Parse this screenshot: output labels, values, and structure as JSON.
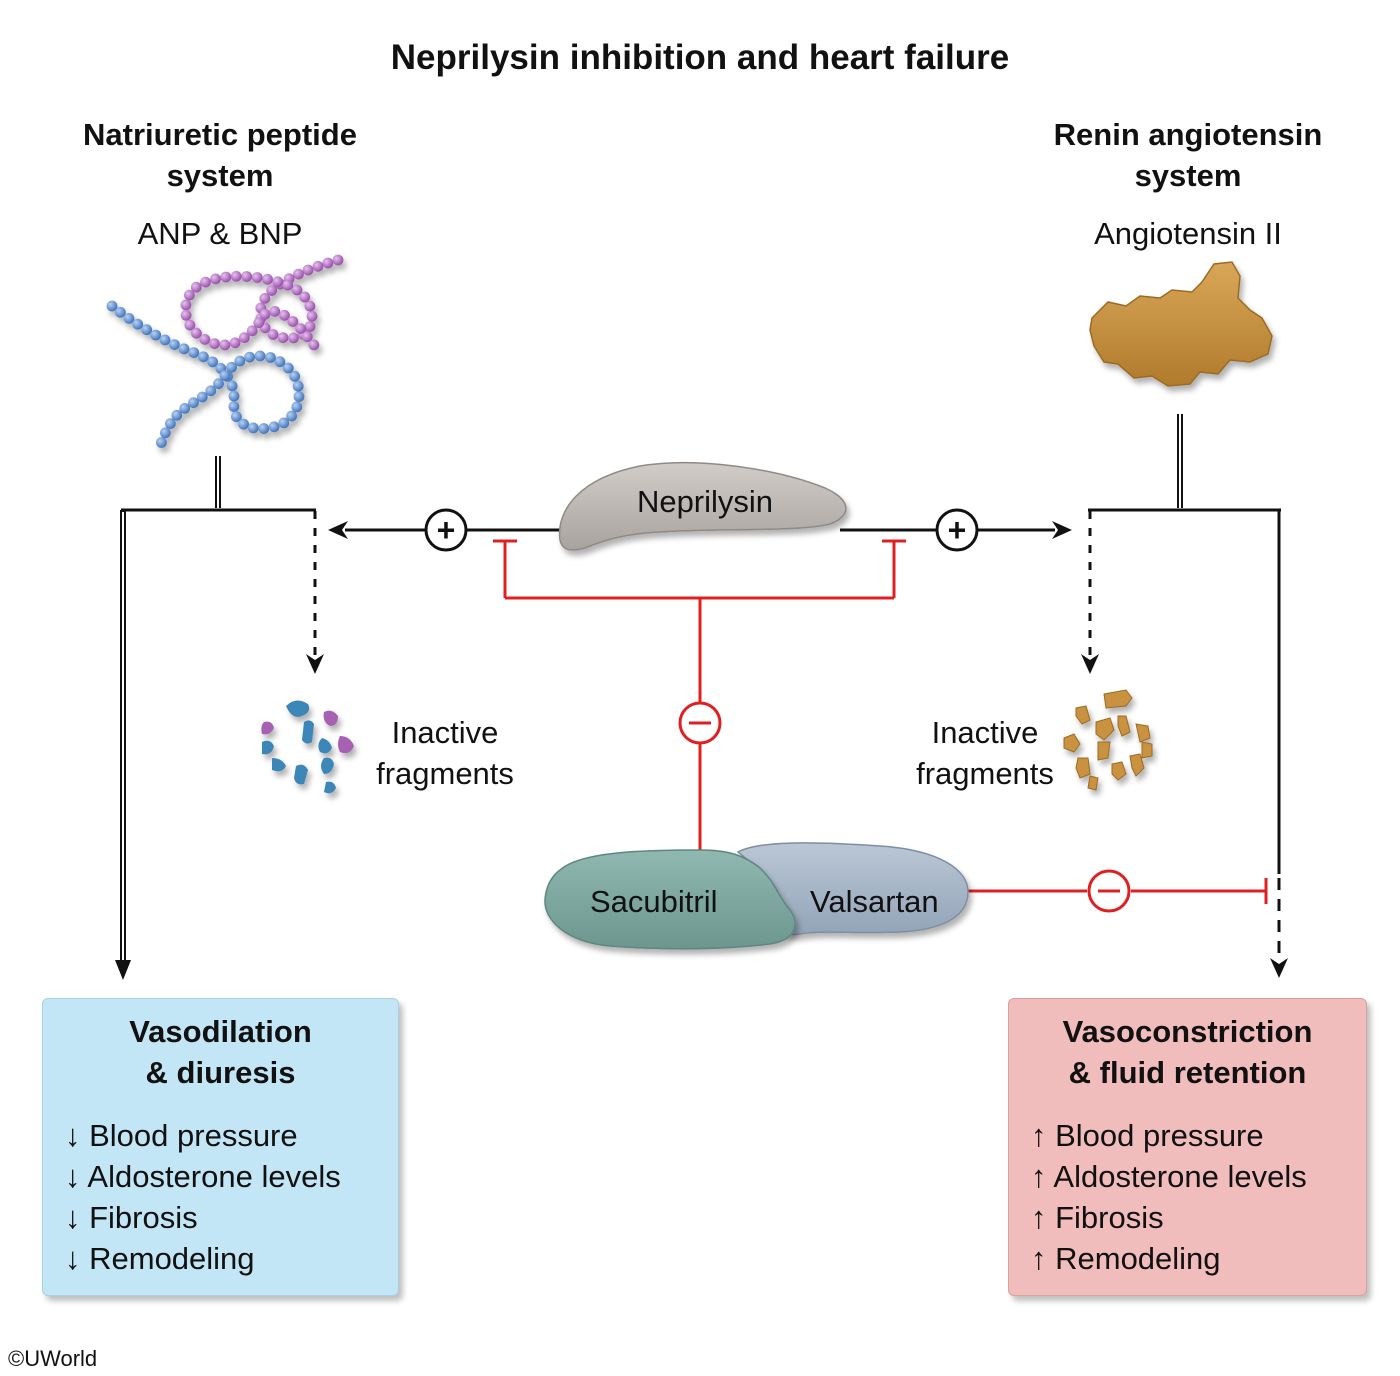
{
  "title": "Neprilysin inhibition and heart failure",
  "left_system": {
    "heading_line1": "Natriuretic peptide",
    "heading_line2": "system",
    "peptide": "ANP & BNP"
  },
  "right_system": {
    "heading_line1": "Renin angiotensin",
    "heading_line2": "system",
    "peptide": "Angiotensin II"
  },
  "enzyme": "Neprilysin",
  "left_fragments": {
    "line1": "Inactive",
    "line2": "fragments"
  },
  "right_fragments": {
    "line1": "Inactive",
    "line2": "fragments"
  },
  "drug": {
    "part1": "Sacubitril",
    "part2": "Valsartan"
  },
  "symbols": {
    "plus": "+",
    "minus": "−"
  },
  "left_box": {
    "heading_line1": "Vasodilation",
    "heading_line2": "& diuresis",
    "items": [
      "↓ Blood pressure",
      "↓ Aldosterone levels",
      "↓ Fibrosis",
      "↓ Remodeling"
    ]
  },
  "right_box": {
    "heading_line1": "Vasoconstriction",
    "heading_line2": "& fluid retention",
    "items": [
      "↑ Blood pressure",
      "↑ Aldosterone levels",
      "↑ Fibrosis",
      "↑ Remodeling"
    ]
  },
  "copyright": "©UWorld",
  "colors": {
    "inhibition_red": "#e02020",
    "neprilysin_gray": "#bdb8b4",
    "sacubitril_teal": "#7fa9a1",
    "valsartan_blue": "#a9b8c8",
    "angiotensin_tan": "#c9923f",
    "anp_purple": "#b070c0",
    "bnp_blue": "#5b8fd0",
    "left_box_bg": "#c3e6f6",
    "right_box_bg": "#f1bcbc"
  }
}
